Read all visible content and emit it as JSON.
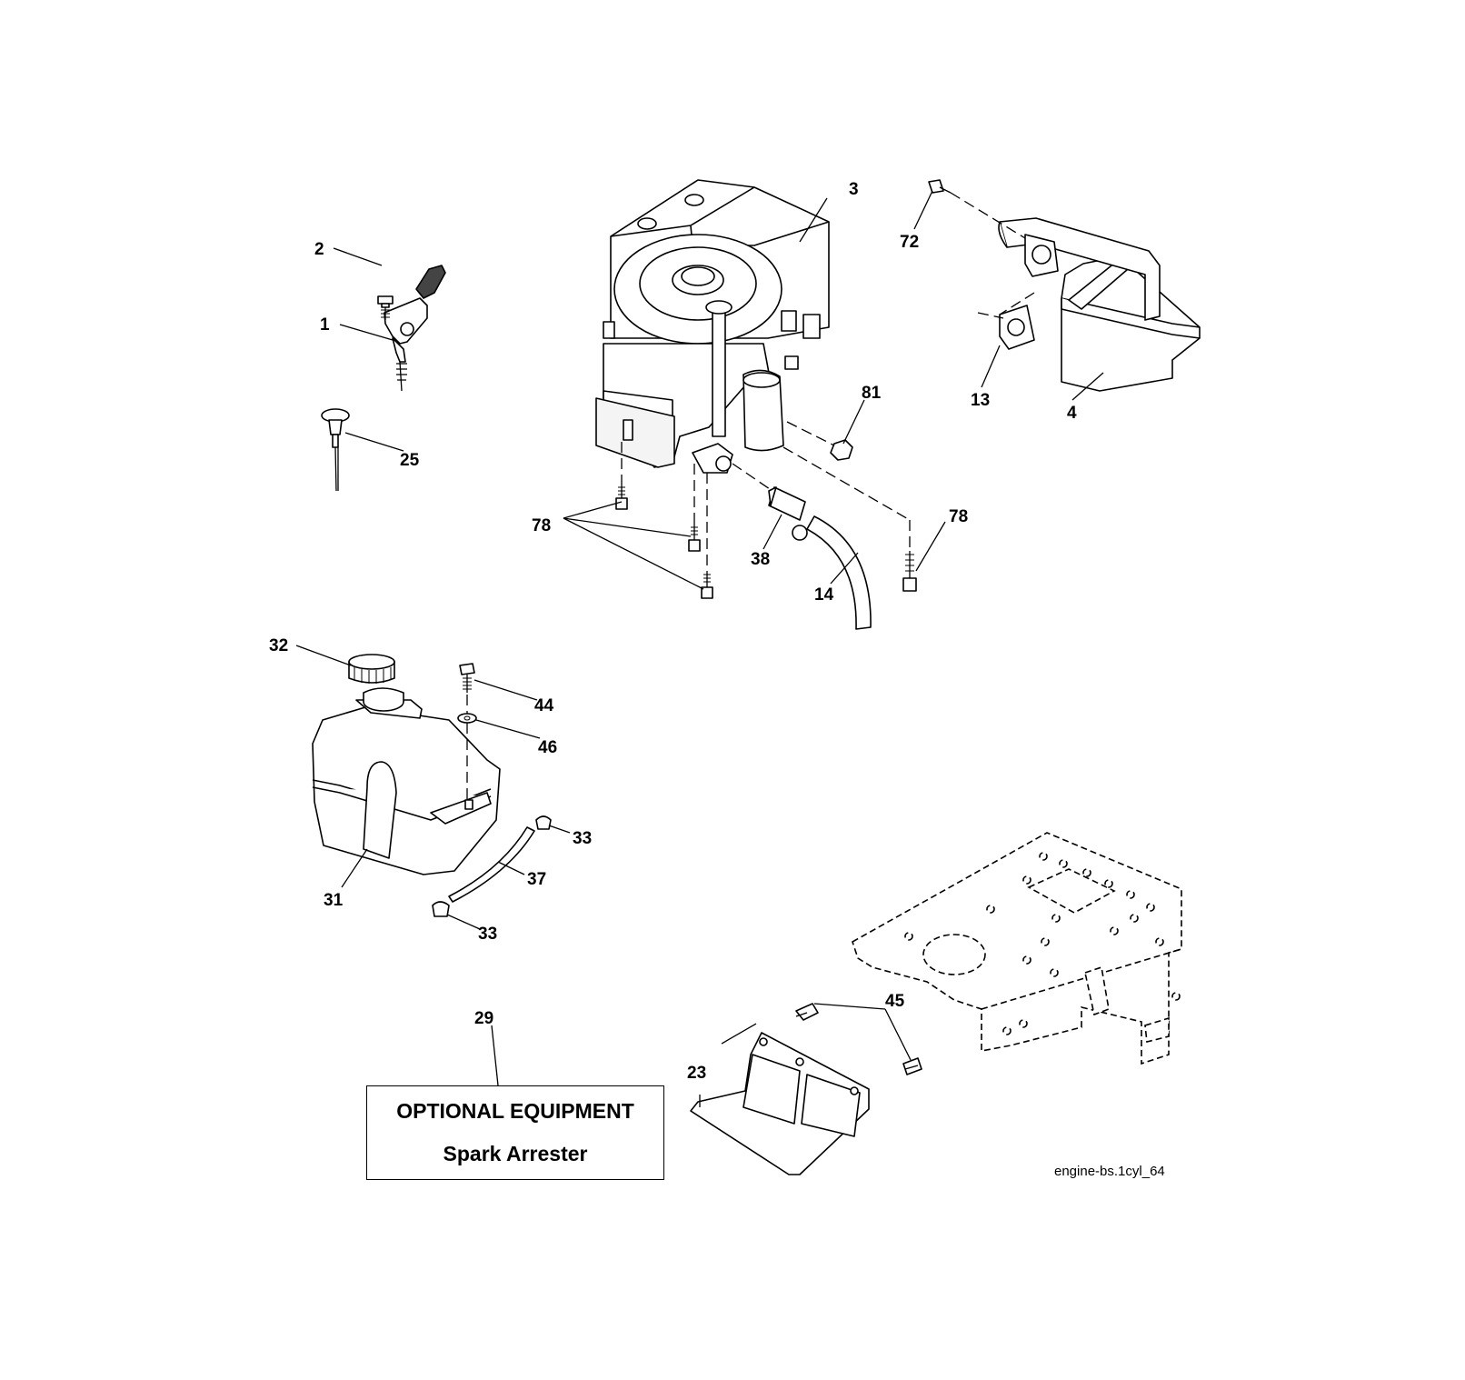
{
  "callouts": {
    "c1": "1",
    "c2": "2",
    "c3": "3",
    "c4": "4",
    "c13": "13",
    "c14": "14",
    "c23": "23",
    "c25": "25",
    "c29": "29",
    "c31": "31",
    "c32": "32",
    "c33a": "33",
    "c33b": "33",
    "c37": "37",
    "c38": "38",
    "c44": "44",
    "c45": "45",
    "c46": "46",
    "c72": "72",
    "c78a": "78",
    "c78b": "78",
    "c81": "81"
  },
  "optional_box": {
    "line1": "OPTIONAL EQUIPMENT",
    "line2": "Spark Arrester"
  },
  "drawing_code": "engine-bs.1cyl_64"
}
